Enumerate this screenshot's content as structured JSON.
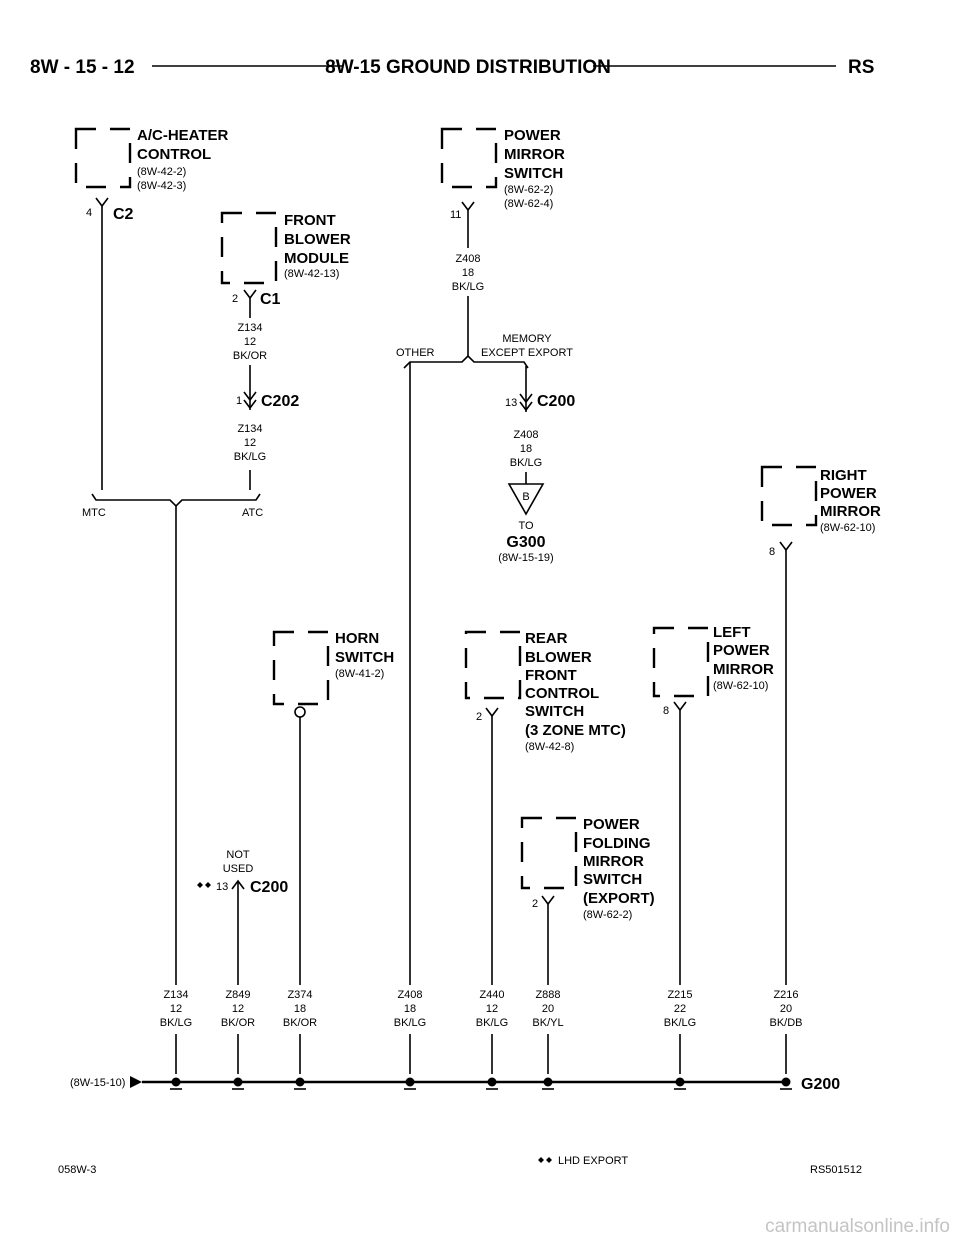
{
  "header": {
    "left": "8W - 15 - 12",
    "title": "8W-15 GROUND DISTRIBUTION",
    "right": "RS"
  },
  "components": {
    "ac_heater": {
      "lines": [
        "A/C-HEATER",
        "CONTROL"
      ],
      "refs": [
        "(8W-42-2)",
        "(8W-42-3)"
      ],
      "pin": "4",
      "connector": "C2"
    },
    "front_blower": {
      "lines": [
        "FRONT",
        "BLOWER",
        "MODULE"
      ],
      "refs": [
        "(8W-42-13)"
      ],
      "pin": "2",
      "connector": "C1"
    },
    "power_mirror_switch": {
      "lines": [
        "POWER",
        "MIRROR",
        "SWITCH"
      ],
      "refs": [
        "(8W-62-2)",
        "(8W-62-4)"
      ],
      "pin": "11"
    },
    "right_mirror": {
      "lines": [
        "RIGHT",
        "POWER",
        "MIRROR"
      ],
      "refs": [
        "(8W-62-10)"
      ],
      "pin": "8"
    },
    "horn_switch": {
      "lines": [
        "HORN",
        "SWITCH"
      ],
      "refs": [
        "(8W-41-2)"
      ]
    },
    "rear_blower": {
      "lines": [
        "REAR",
        "BLOWER",
        "FRONT",
        "CONTROL",
        "SWITCH",
        "(3 ZONE MTC)"
      ],
      "refs": [
        "(8W-42-8)"
      ],
      "pin": "2"
    },
    "left_mirror": {
      "lines": [
        "LEFT",
        "POWER",
        "MIRROR"
      ],
      "refs": [
        "(8W-62-10)"
      ],
      "pin": "8"
    },
    "folding_mirror": {
      "lines": [
        "POWER",
        "FOLDING",
        "MIRROR",
        "SWITCH",
        "(EXPORT)"
      ],
      "refs": [
        "(8W-62-2)"
      ],
      "pin": "2"
    }
  },
  "wires": {
    "z134_bk_or": [
      "Z134",
      "12",
      "BK/OR"
    ],
    "z134_bk_lg_upper": [
      "Z134",
      "12",
      "BK/LG"
    ],
    "z408_upper": [
      "Z408",
      "18",
      "BK/LG"
    ],
    "z408_lower": [
      "Z408",
      "18",
      "BK/LG"
    ],
    "bottom": [
      [
        "Z134",
        "12",
        "BK/LG"
      ],
      [
        "Z849",
        "12",
        "BK/OR"
      ],
      [
        "Z374",
        "18",
        "BK/OR"
      ],
      [
        "Z408",
        "18",
        "BK/LG"
      ],
      [
        "Z440",
        "12",
        "BK/LG"
      ],
      [
        "Z888",
        "20",
        "BK/YL"
      ],
      [
        "Z215",
        "22",
        "BK/LG"
      ],
      [
        "Z216",
        "20",
        "BK/DB"
      ]
    ]
  },
  "splices": {
    "mtc": "MTC",
    "atc": "ATC",
    "other": "OTHER",
    "memory": [
      "MEMORY",
      "EXCEPT EXPORT"
    ]
  },
  "connectors": {
    "c202": {
      "pin": "1",
      "name": "C202"
    },
    "c200_mem": {
      "pin": "13",
      "name": "C200"
    },
    "c200_lhd": {
      "pin": "13",
      "name": "C200",
      "note": [
        "NOT",
        "USED"
      ]
    }
  },
  "g300": {
    "letter": "B",
    "to": "TO",
    "name": "G300",
    "ref": "(8W-15-19)"
  },
  "ground": {
    "ref_left": "(8W-15-10)",
    "name": "G200"
  },
  "footer": {
    "left": "058W-3",
    "legend": "LHD EXPORT",
    "right": "RS501512"
  },
  "watermark": "carmanualsonline.info"
}
